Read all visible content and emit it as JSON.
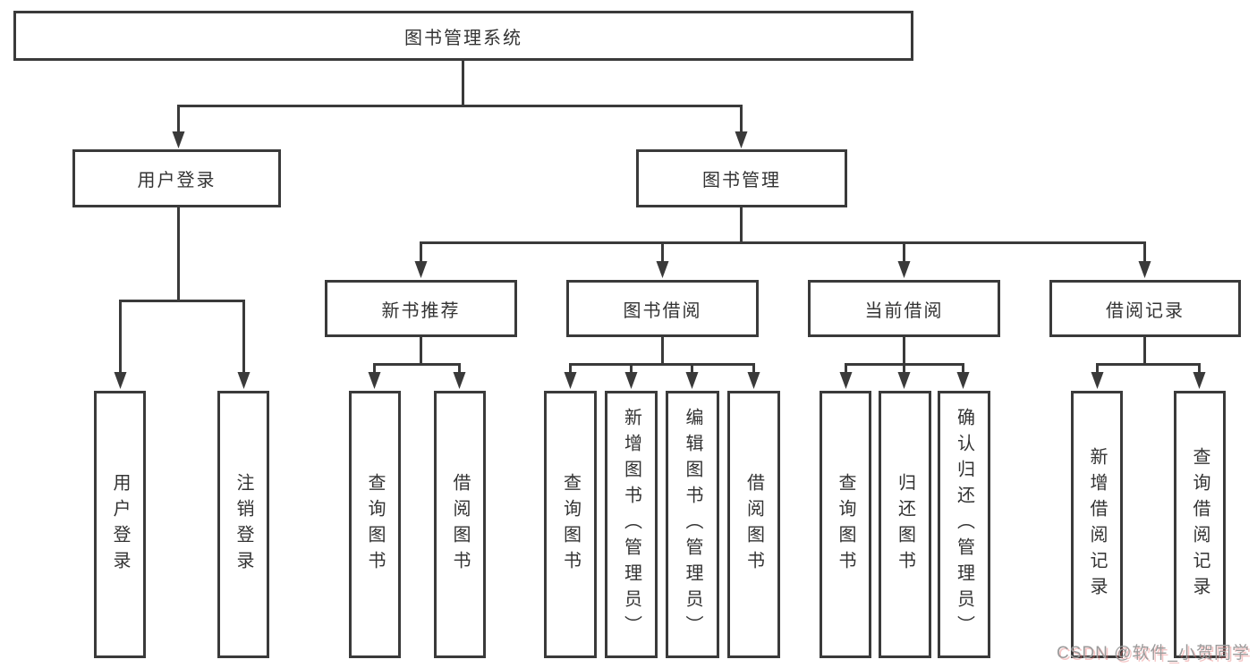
{
  "diagram": {
    "root": {
      "label": "图书管理系统"
    },
    "branches": [
      {
        "label": "用户登录",
        "children": [
          "用户登录",
          "注销登录"
        ]
      },
      {
        "label": "图书管理",
        "sections": [
          {
            "label": "新书推荐",
            "children": [
              "查询图书",
              "借阅图书"
            ]
          },
          {
            "label": "图书借阅",
            "children": [
              "查询图书",
              "新增图书（管理员）",
              "编辑图书（管理员）",
              "借阅图书"
            ]
          },
          {
            "label": "当前借阅",
            "children": [
              "查询图书",
              "归还图书",
              "确认归还（管理员）"
            ]
          },
          {
            "label": "借阅记录",
            "children": [
              "新增借阅记录",
              "查询借阅记录"
            ]
          }
        ]
      }
    ]
  },
  "watermark": {
    "text": "CSDN @软件_小贺同学"
  },
  "colors": {
    "background": "#ffffff",
    "box_border": "#3a3a3a",
    "connector_line": "#3a3a3a",
    "text": "#333333",
    "watermark_text": "#9b9b9b",
    "watermark_shadow": "#e76d6d"
  }
}
